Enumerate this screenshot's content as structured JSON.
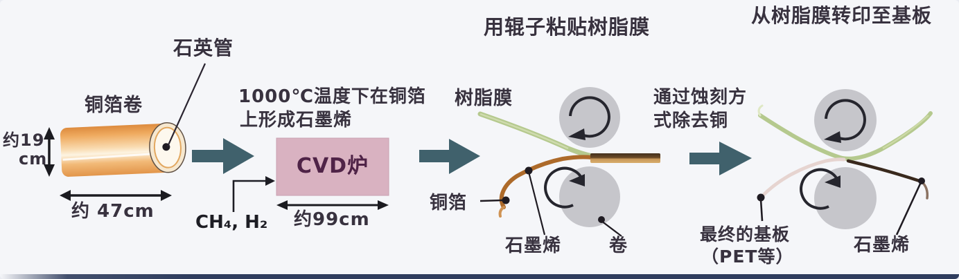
{
  "colors": {
    "background": "#f5f6f9",
    "bottom_strip": "#2f3d5e",
    "flow_arrow": "#40616c",
    "text": "#38323f",
    "cvd_box": "#d9b2c1",
    "cvd_text": "#4f2347",
    "roller_gray": "#c6c6cb",
    "copper_dark": "#d98c3f",
    "copper_light": "#fdf2dd",
    "film_green": "#b5c98e",
    "film_copper": "#ad6a2a",
    "film_substrate": "#e6d4d0",
    "film_graphene": "#39291d"
  },
  "stage1": {
    "roll_label": "铜箔卷",
    "quartz_label": "石英管",
    "height_dim_line1": "约19",
    "height_dim_line2": "cm",
    "width_dim": "约 47cm"
  },
  "stage2": {
    "caption_line1": "1000℃温度下在铜箔",
    "caption_line2": "上形成石墨烯",
    "furnace_label": "CVD炉",
    "gas_label": "CH₄, H₂",
    "length_dim": "约99cm"
  },
  "stage3": {
    "title": "用辊子粘贴树脂膜",
    "resin_film_label": "树脂膜",
    "copper_foil_label": "铜箔",
    "graphene_label": "石墨烯",
    "roll_label": "卷"
  },
  "stage4": {
    "title": "从树脂膜转印至基板",
    "etch_line1": "通过蚀刻方",
    "etch_line2": "式除去铜",
    "substrate_label_line1": "最终的基板",
    "substrate_label_line2": "（PET等）",
    "graphene_label": "石墨烯"
  }
}
